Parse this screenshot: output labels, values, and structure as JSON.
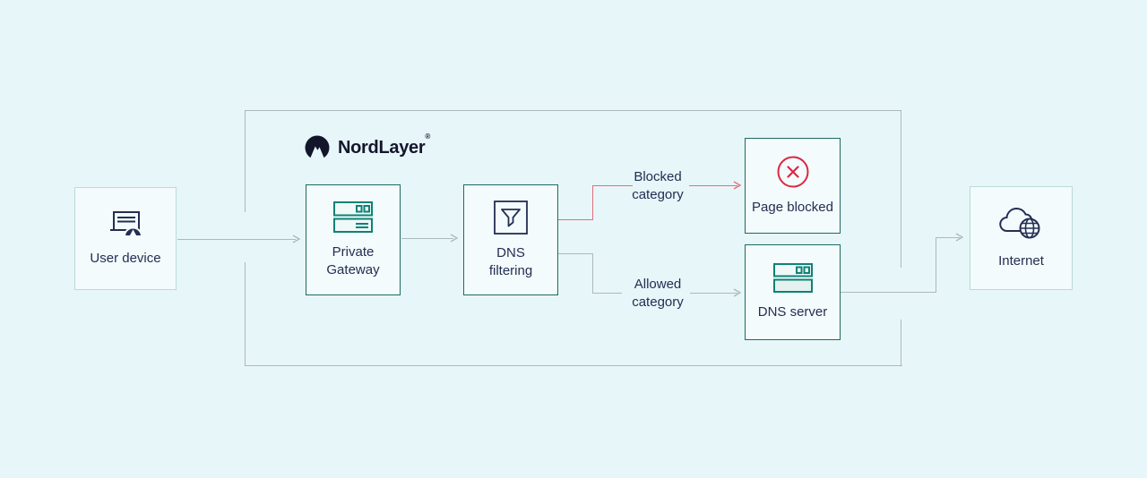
{
  "colors": {
    "bg": "#e7f6f9",
    "box-fill": "#f3fbfc",
    "teal-dark": "#1d6b60",
    "teal-light": "#b9dcd6",
    "teal-icon": "#0e8276",
    "navy": "#242e52",
    "red": "#dc2741",
    "red-line": "#e0707b",
    "line-gray": "#aeb8ba",
    "logo-ink": "#13162b"
  },
  "brand": {
    "name": "NordLayer",
    "trademark": "®"
  },
  "nodes": {
    "user_device": {
      "label": "User device",
      "icon": "device-icon"
    },
    "private_gateway": {
      "label": "Private Gateway",
      "icon": "server-icon"
    },
    "dns_filtering": {
      "label": "DNS filtering",
      "icon": "filter-icon"
    },
    "page_blocked": {
      "label": "Page blocked",
      "icon": "blocked-x-icon"
    },
    "dns_server": {
      "label": "DNS server",
      "icon": "server-icon"
    },
    "internet": {
      "label": "Internet",
      "icon": "cloud-globe-icon"
    }
  },
  "edges": {
    "blocked": {
      "label": "Blocked category",
      "color": "#e0707b"
    },
    "allowed": {
      "label": "Allowed category",
      "color": "#aeb8ba"
    }
  }
}
